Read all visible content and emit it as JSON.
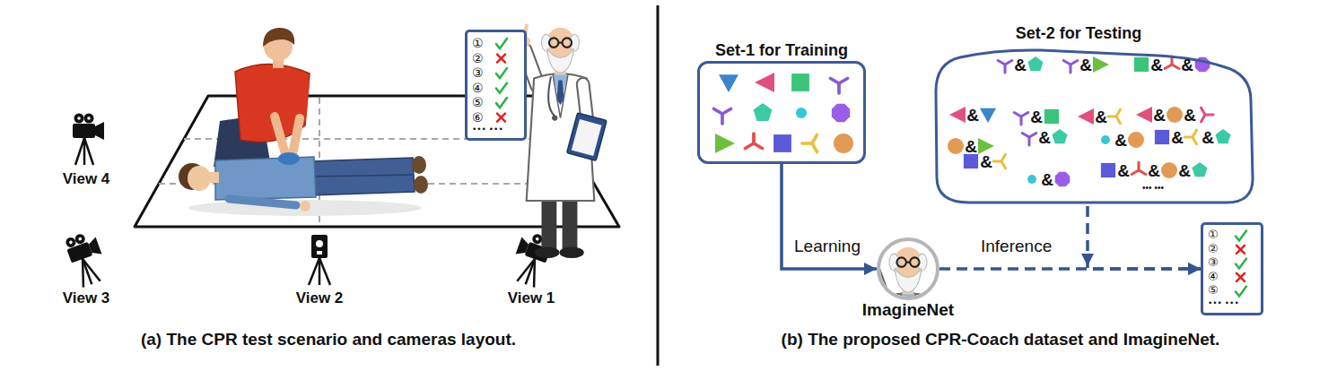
{
  "diagram": {
    "nodes": [
      {
        "text": [
          "①",
          "②",
          "③",
          "④",
          "⑤",
          "⑥",
          "••• •••"
        ]
      },
      {
        "text": [
          "Set-1 for Training"
        ]
      },
      {
        "text": [
          "Set-2 for Testing"
        ]
      },
      {
        "text": [
          "ImagineNet"
        ]
      },
      {
        "text": [
          "①",
          "②",
          "③",
          "④",
          "⑤",
          "••• •••"
        ]
      }
    ],
    "edges": [
      {
        "from": 1,
        "to": 3,
        "arrow": "to",
        "label": "Learning"
      },
      {
        "from": 3,
        "to": 4,
        "arrow": "to",
        "label": "Inference"
      },
      {
        "from": 2,
        "to": 4,
        "arrow": "to"
      }
    ],
    "labels": [
      "View 4",
      "View 3",
      "View 2",
      "View 1",
      "&",
      "&",
      "&",
      "&",
      "&",
      "&",
      "&",
      "&",
      "&",
      "&",
      "&",
      "&",
      "&",
      "&",
      "&",
      "&",
      "&",
      "&",
      "&",
      "••• •••",
      "(a) The CPR test scenario and cameras layout.",
      "(b) The proposed CPR-Coach dataset and ImagineNet."
    ]
  }
}
